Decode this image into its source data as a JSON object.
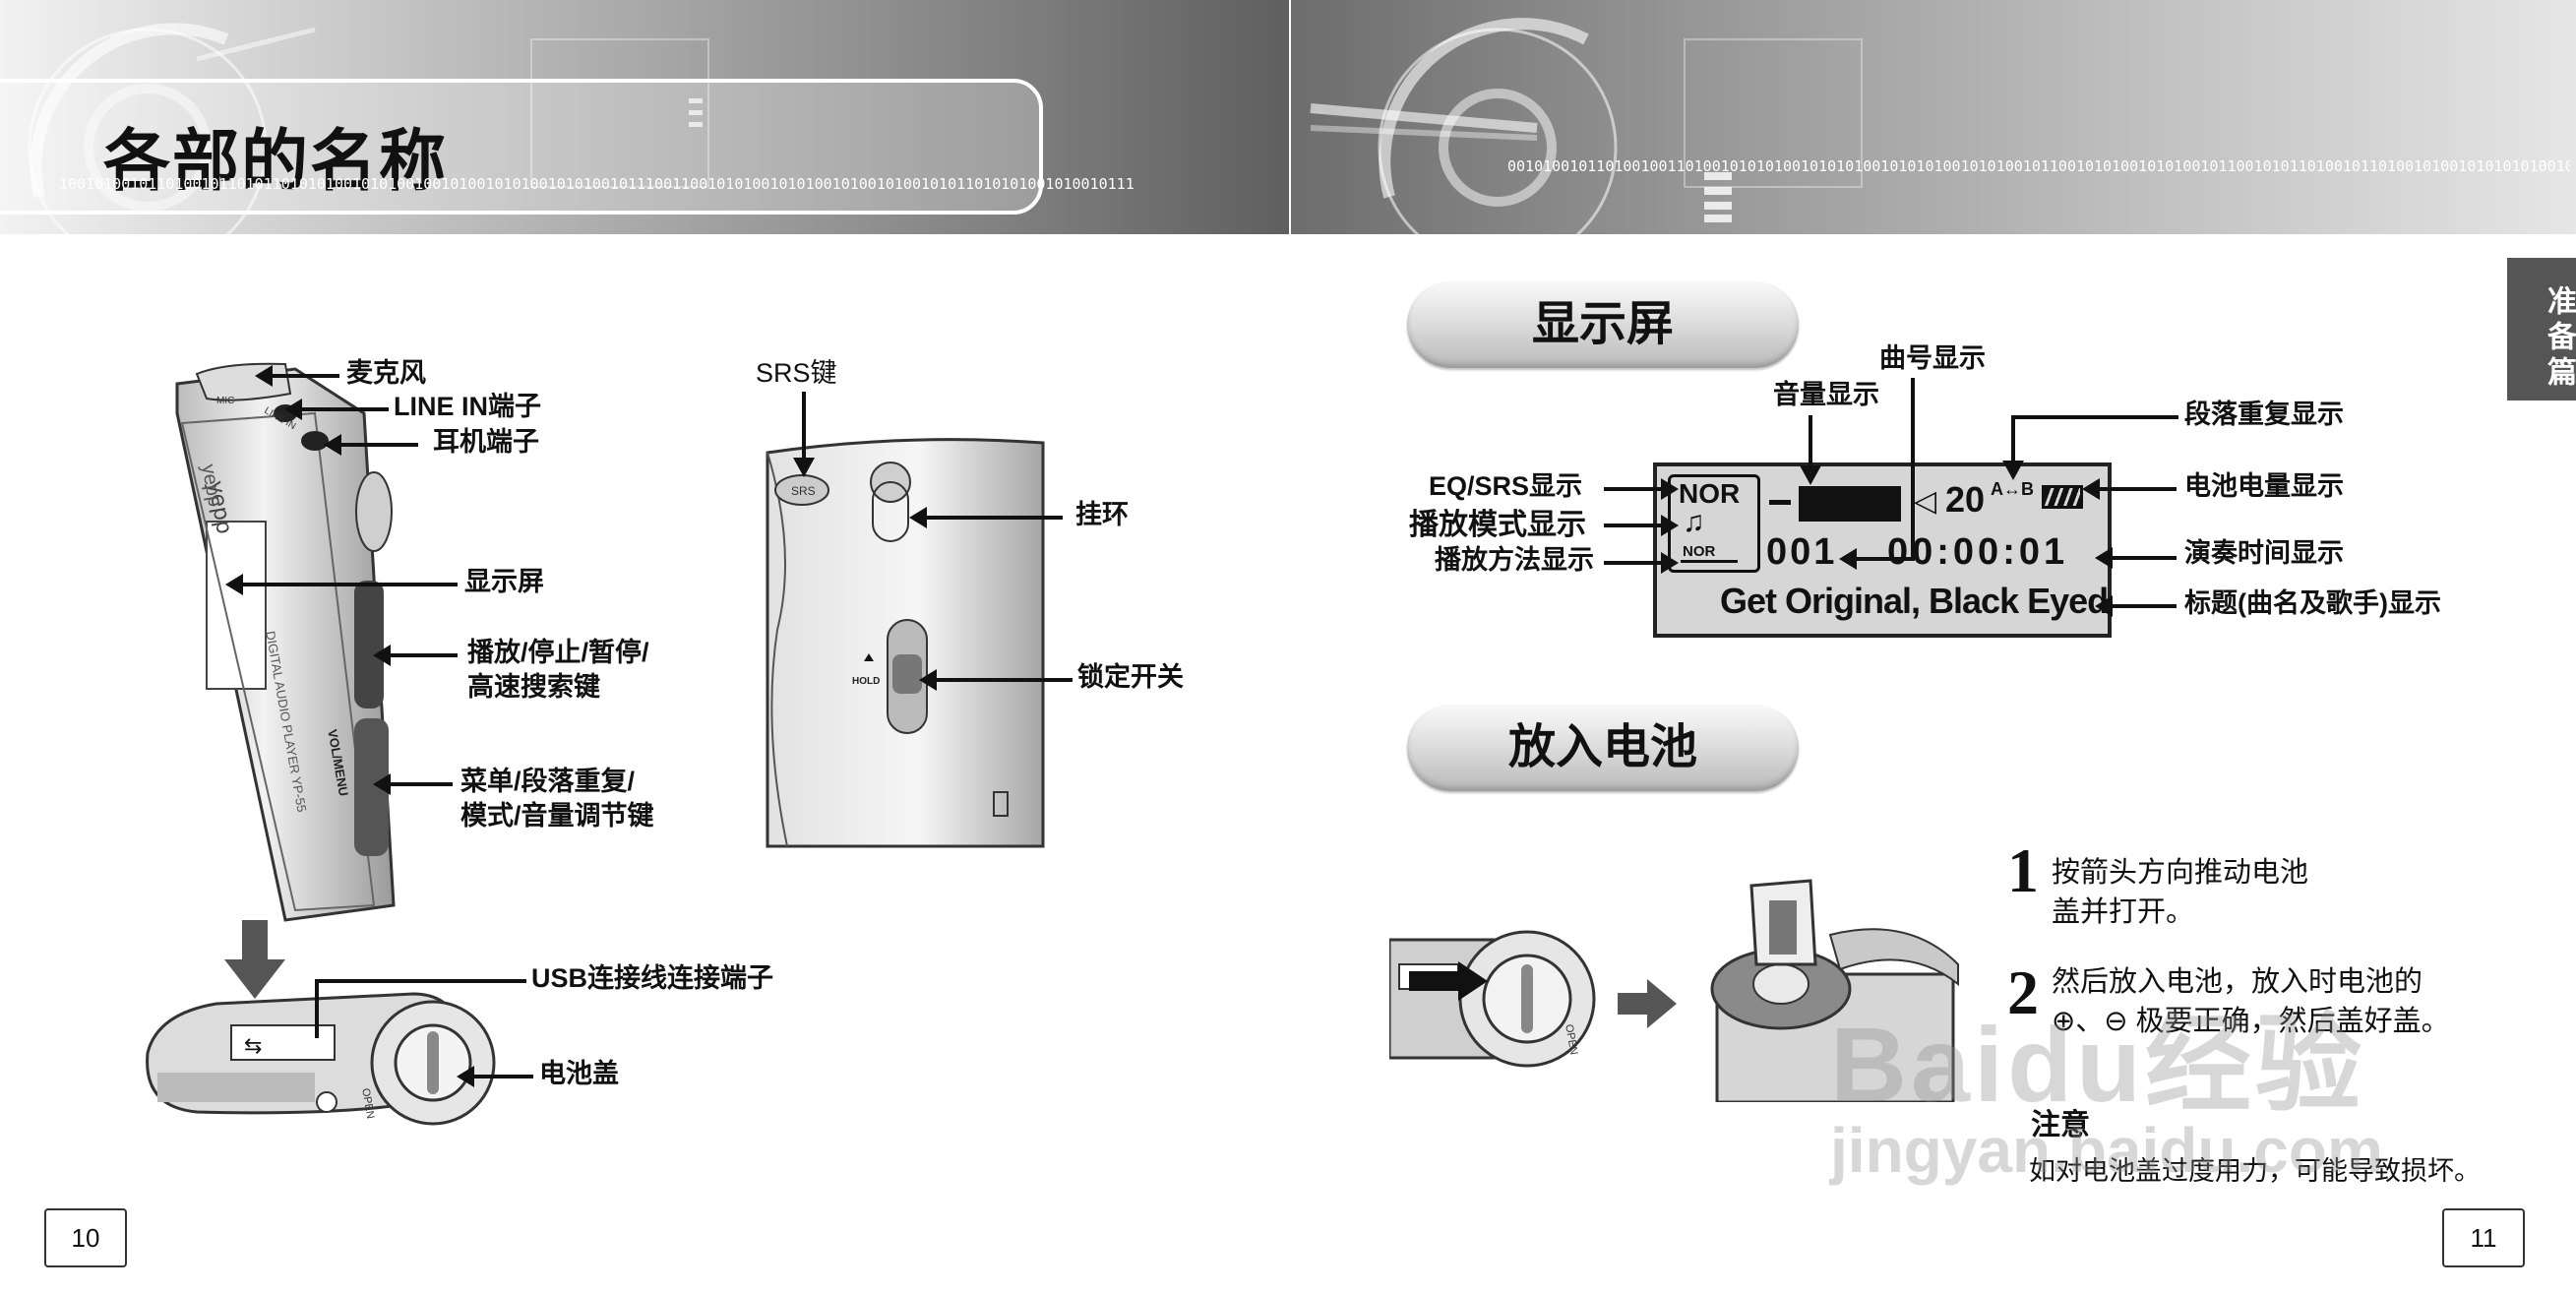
{
  "left_page": {
    "title": "各部的名称",
    "binary_strip": "1001010010110100101101011010101001010100100101001010100101010010111001100101010010101001010010100101011010101001010010111",
    "labels": {
      "mic": "麦克风",
      "line_in": "LINE IN端子",
      "earphone": "耳机端子",
      "display": "显示屏",
      "play_key_line1": "播放/停止/暂停/",
      "play_key_line2": "高速搜索键",
      "menu_key_line1": "菜单/段落重复/",
      "menu_key_line2": "模式/音量调节键",
      "srs_key": "SRS键",
      "strap": "挂环",
      "hold_switch": "锁定开关",
      "usb_port": "USB连接线连接端子",
      "battery_cover": "电池盖"
    },
    "device_print": {
      "brand": "yepp",
      "side_text": "DIGITAL AUDIO PLAYER YP-55",
      "vol_menu": "VOL/MENU",
      "hold": "HOLD",
      "srs": "SRS",
      "open": "OPEN",
      "mic": "MIC",
      "line_in": "LINE IN"
    },
    "page_number": "10"
  },
  "right_page": {
    "binary_strip": "0010100101101001001101001010101001010101001010101001010100101100101010010101001011001010110100101101001010010101010100101",
    "side_tab": "准备篇",
    "display_section": {
      "heading": "显示屏",
      "labels": {
        "track_no": "曲号显示",
        "volume": "音量显示",
        "ab_repeat": "段落重复显示",
        "eq_srs": "EQ/SRS显示",
        "battery": "电池电量显示",
        "play_mode": "播放模式显示",
        "play_time": "演奏时间显示",
        "play_method": "播放方法显示",
        "title": "标题(曲名及歌手)显示"
      },
      "lcd": {
        "eq": "NOR",
        "mode_icon": "♫",
        "method": "NOR",
        "volume_value": "20",
        "ab": "A↔B",
        "track": "001",
        "time": "00:00:01",
        "song": "Get Original, Black Eyed"
      }
    },
    "battery_section": {
      "heading": "放入电池",
      "steps": [
        {
          "num": "1",
          "line1": "按箭头方向推动电池",
          "line2": "盖并打开。"
        },
        {
          "num": "2",
          "line1": "然后放入电池，放入时电池的",
          "line2": "⊕、⊖ 极要正确，然后盖好盖。"
        }
      ],
      "note_title": "注意",
      "note_text": "如对电池盖过度用力，可能导致损坏。",
      "open_label": "OPEN"
    },
    "watermark_line1": "Baidu经验",
    "watermark_line2": "jingyan.baidu.com",
    "page_number": "11"
  }
}
